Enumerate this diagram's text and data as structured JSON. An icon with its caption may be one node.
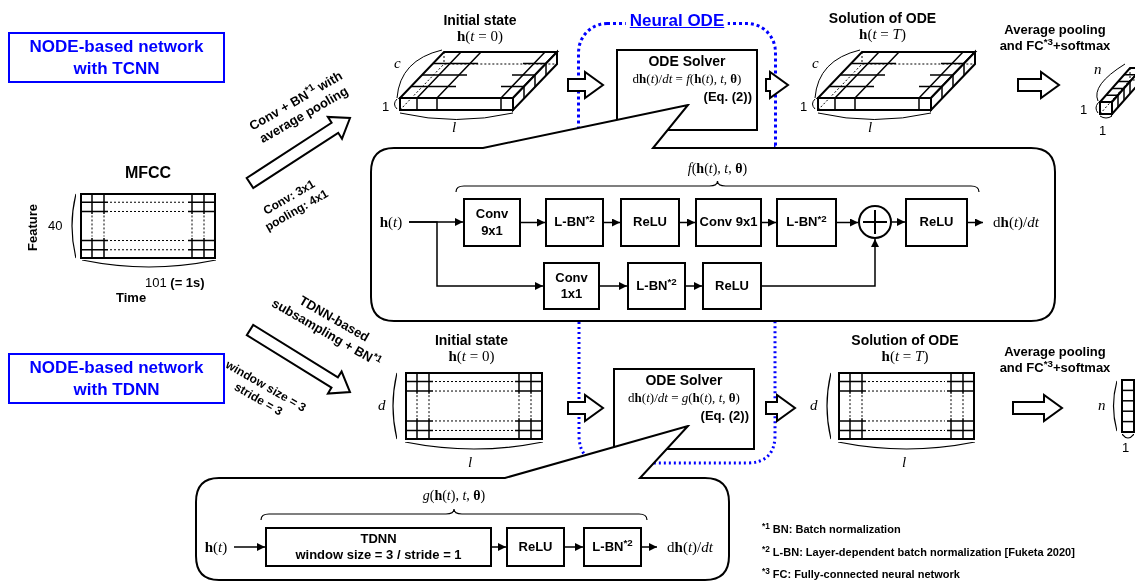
{
  "diagram": {
    "nodes": [
      {
        "text": [
          "NODE-based network with TCNN"
        ]
      },
      {
        "text": [
          "MFCC"
        ],
        "beside": [
          "Feature",
          "40",
          "101 **(= 1s)**",
          "Time"
        ]
      },
      {
        "text": [
          "Initial state",
          "**h**(*t* = 0)"
        ],
        "beside": [
          "*c*",
          "1",
          "*l*"
        ]
      },
      {
        "text": [
          "Neural ODE"
        ]
      },
      {
        "text": [
          "ODE Solver",
          "d**h**(*t*)/*dt* = *f*(**h**(*t*), *t*, **θ**)",
          "(Eq. (2))"
        ],
        "in": 3
      },
      {
        "text": [
          "Solution of ODE",
          "**h**(*t* = *T*)"
        ],
        "beside": [
          "*c*",
          "1",
          "*l*"
        ]
      },
      {
        "text": [],
        "shape": "picture",
        "beside": [
          "*n*",
          "1",
          "1"
        ]
      },
      {
        "text": [
          "*f*(**h**(*t*), *t*, **θ**)"
        ]
      },
      {
        "text": [
          "**h**(*t*)"
        ],
        "in": 7
      },
      {
        "text": [
          "Conv 9x1"
        ],
        "in": 7
      },
      {
        "text": [
          "L-BN$^{*2}$"
        ],
        "in": 7
      },
      {
        "text": [
          "ReLU"
        ],
        "in": 7
      },
      {
        "text": [
          "Conv 9x1"
        ],
        "in": 7
      },
      {
        "text": [
          "L-BN$^{*2}$"
        ],
        "in": 7
      },
      {
        "text": [],
        "shape": "circle",
        "in": 7
      },
      {
        "text": [
          "ReLU"
        ],
        "in": 7
      },
      {
        "text": [
          "d**h**(*t*)/*dt*"
        ],
        "in": 7
      },
      {
        "text": [
          "Conv 1x1"
        ],
        "in": 7
      },
      {
        "text": [
          "L-BN$^{*2}$"
        ],
        "in": 7
      },
      {
        "text": [
          "ReLU"
        ],
        "in": 7
      },
      {
        "text": [
          "NODE-based network with TDNN"
        ]
      },
      {
        "text": [
          "Initial state",
          "**h**(*t* = 0)"
        ],
        "beside": [
          "*d*",
          "*l*"
        ]
      },
      {
        "text": [
          "ODE Solver",
          "d**h**(*t*)/*dt* = *g*(**h**(*t*), *t*, **θ**)",
          "(Eq. (2))"
        ]
      },
      {
        "text": [
          "Solution of ODE",
          "**h**(*t* = *T*)"
        ],
        "beside": [
          "*d*",
          "*l*"
        ]
      },
      {
        "text": [],
        "shape": "picture",
        "beside": [
          "*n*",
          "1"
        ]
      },
      {
        "text": [
          "*g*(**h**(*t*), *t*, **θ**)"
        ]
      },
      {
        "text": [
          "**h**(*t*)"
        ],
        "in": 25
      },
      {
        "text": [
          "TDNN",
          "window size = 3 / stride = 1"
        ],
        "in": 25
      },
      {
        "text": [
          "ReLU"
        ],
        "in": 25
      },
      {
        "text": [
          "L-BN$^{*2}$"
        ],
        "in": 25
      },
      {
        "text": [
          "d**h**(*t*)/*dt*"
        ],
        "in": 25
      }
    ],
    "edges": [
      {
        "from": 1,
        "to": 2,
        "arrow": "to",
        "label": "Conv + BN$^{*1}$ with average pooling"
      },
      {
        "from": 2,
        "to": 4,
        "arrow": "to"
      },
      {
        "from": 4,
        "to": 5,
        "arrow": "to"
      },
      {
        "from": 5,
        "to": 6,
        "arrow": "to",
        "label": "Average pooling and FC$^{*3}$+softmax"
      },
      {
        "from": 8,
        "to": 9,
        "arrow": "to"
      },
      {
        "from": 9,
        "to": 10,
        "arrow": "to"
      },
      {
        "from": 10,
        "to": 11,
        "arrow": "to"
      },
      {
        "from": 11,
        "to": 12,
        "arrow": "to"
      },
      {
        "from": 12,
        "to": 13,
        "arrow": "to"
      },
      {
        "from": 13,
        "to": 14,
        "arrow": "to"
      },
      {
        "from": 14,
        "to": 15,
        "arrow": "to"
      },
      {
        "from": 15,
        "to": 16,
        "arrow": "to"
      },
      {
        "from": 8,
        "to": 17,
        "arrow": "to"
      },
      {
        "from": 17,
        "to": 18,
        "arrow": "to"
      },
      {
        "from": 18,
        "to": 19,
        "arrow": "to"
      },
      {
        "from": 19,
        "to": 14,
        "arrow": "to"
      },
      {
        "from": 1,
        "to": 21,
        "arrow": "to",
        "label": "TDNN-based subsampling + BN$^{*1}$"
      },
      {
        "from": 21,
        "to": 22,
        "arrow": "to"
      },
      {
        "from": 22,
        "to": 23,
        "arrow": "to"
      },
      {
        "from": 23,
        "to": 24,
        "arrow": "to",
        "label": "Average pooling and FC$^{*3}$+softmax"
      },
      {
        "from": 26,
        "to": 27,
        "arrow": "to"
      },
      {
        "from": 27,
        "to": 28,
        "arrow": "to"
      },
      {
        "from": 28,
        "to": 29,
        "arrow": "to"
      },
      {
        "from": 29,
        "to": 30,
        "arrow": "to"
      }
    ],
    "labels": [
      "Conv: 3x1 pooling: 4x1",
      "window size = 3 stride = 3",
      "$^{*1}$ BN: Batch normalization",
      "$^{*2}$ L-BN: Layer-dependent batch normalization [Fuketa 2020]",
      "$^{*3}$ FC: Fully-connected neural network"
    ]
  }
}
